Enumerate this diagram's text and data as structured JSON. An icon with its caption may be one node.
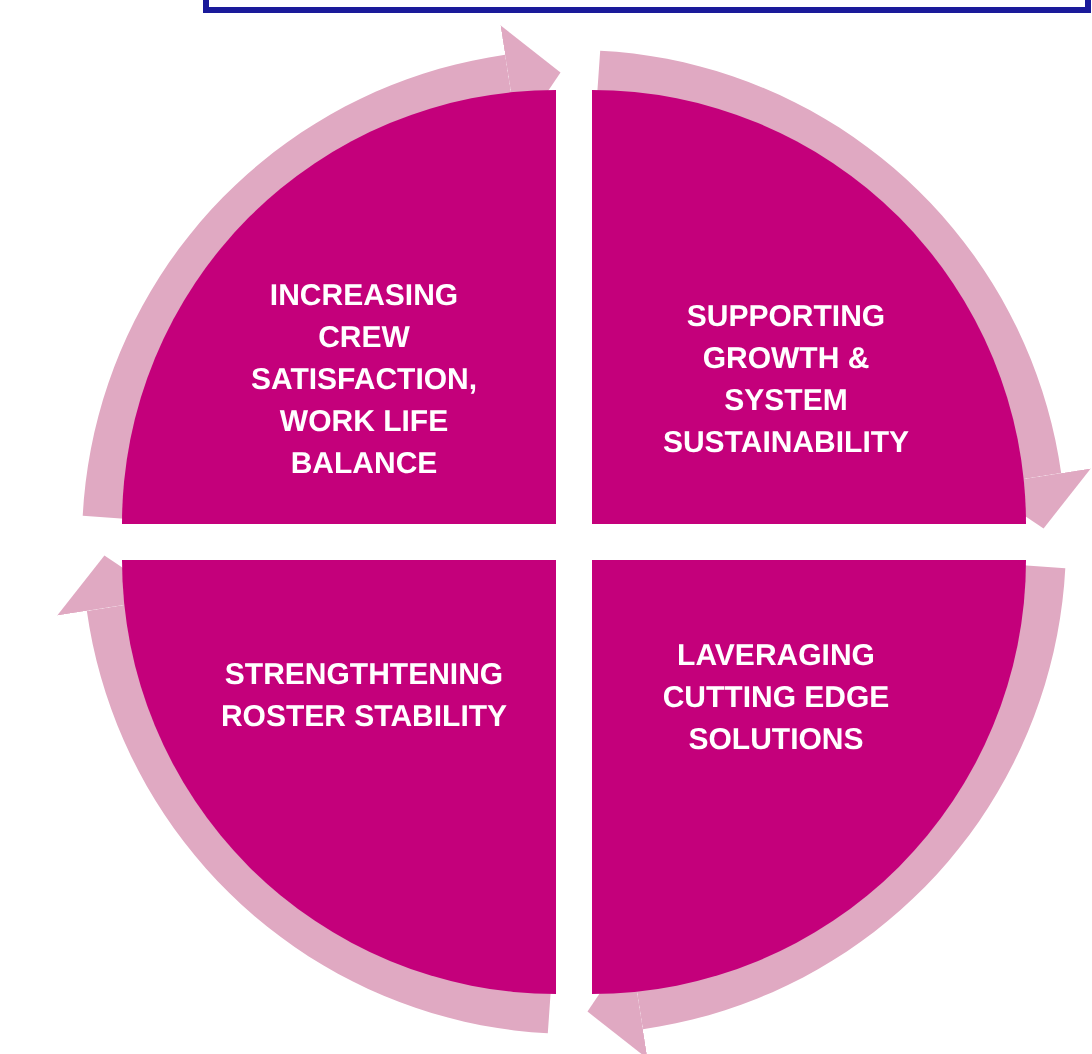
{
  "diagram": {
    "nodes": [
      {
        "text": [
          "INCREASING CREW SATISFACTION, WORK LIFE BALANCE"
        ]
      },
      {
        "text": [
          "SUPPORTING GROWTH & SYSTEM SUSTAINABILITY"
        ]
      },
      {
        "text": [
          "LAVERAGING CUTTING EDGE SOLUTIONS"
        ]
      },
      {
        "text": [
          "STRENGTHTENING ROSTER STABILITY"
        ]
      }
    ],
    "edges": [
      {
        "from": 0,
        "to": 1,
        "arrow": "to"
      },
      {
        "from": 1,
        "to": 2,
        "arrow": "to"
      },
      {
        "from": 2,
        "to": 3,
        "arrow": "to"
      },
      {
        "from": 3,
        "to": 0,
        "arrow": "to"
      }
    ]
  }
}
